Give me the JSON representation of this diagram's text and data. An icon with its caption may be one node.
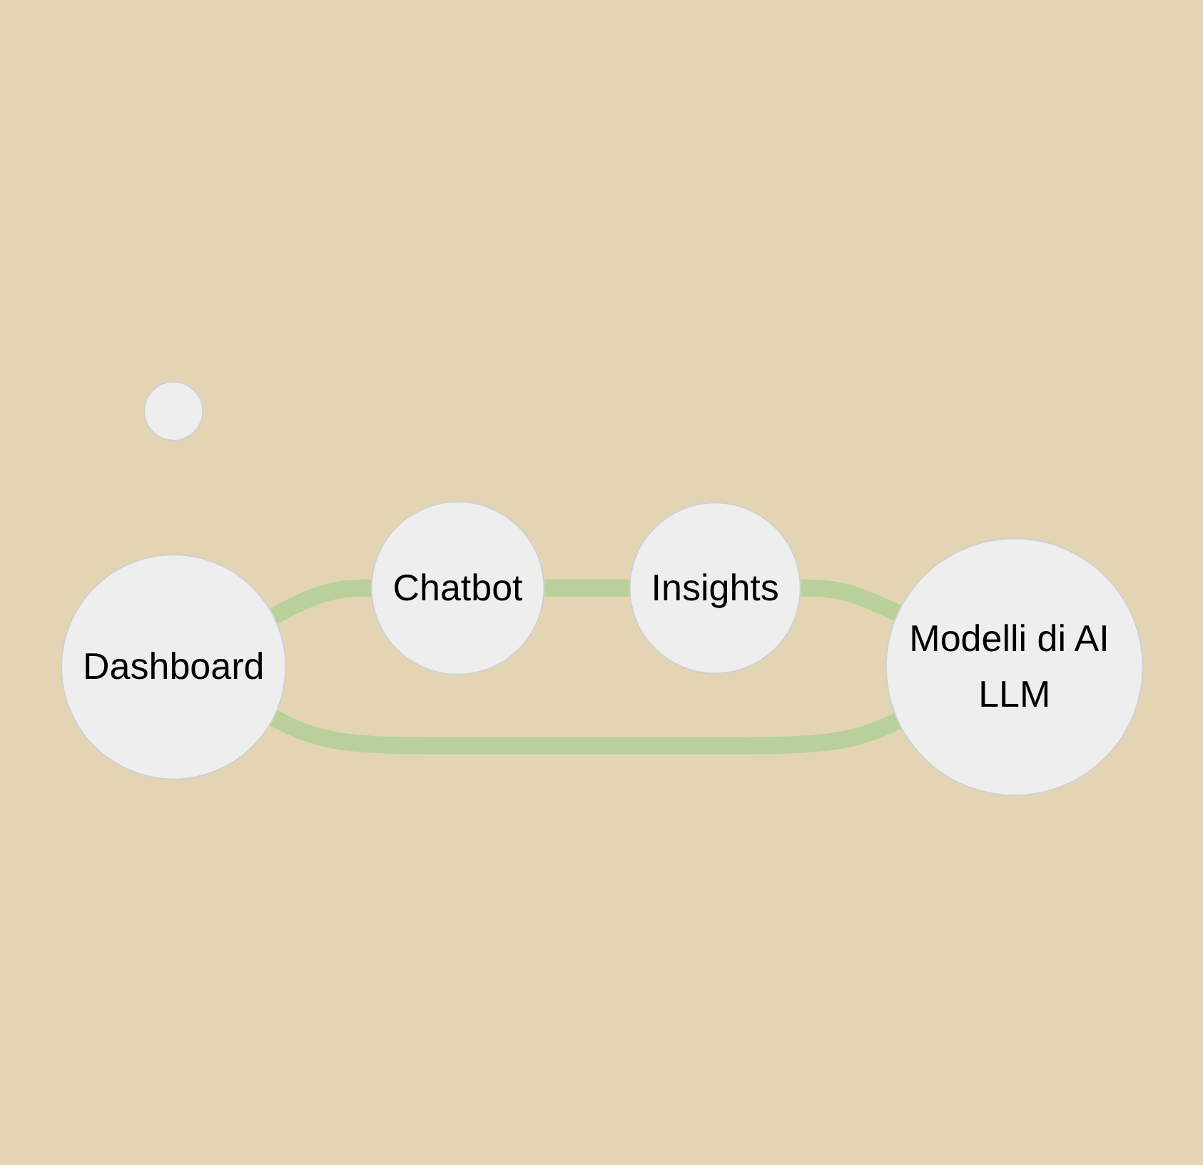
{
  "diagram": {
    "nodes": [
      {
        "text": [],
        "shape": "circle"
      },
      {
        "text": [
          "Dashboard"
        ]
      },
      {
        "text": [
          "Chatbot"
        ]
      },
      {
        "text": [
          "Insights"
        ]
      },
      {
        "text": [
          "Modelli di AI LLM"
        ]
      }
    ],
    "edges": [
      {
        "from": 1,
        "to": 2,
        "arrow": "none"
      },
      {
        "from": 2,
        "to": 3,
        "arrow": "none"
      },
      {
        "from": 3,
        "to": 4,
        "arrow": "none"
      },
      {
        "from": 4,
        "to": 1,
        "arrow": "none"
      }
    ]
  }
}
